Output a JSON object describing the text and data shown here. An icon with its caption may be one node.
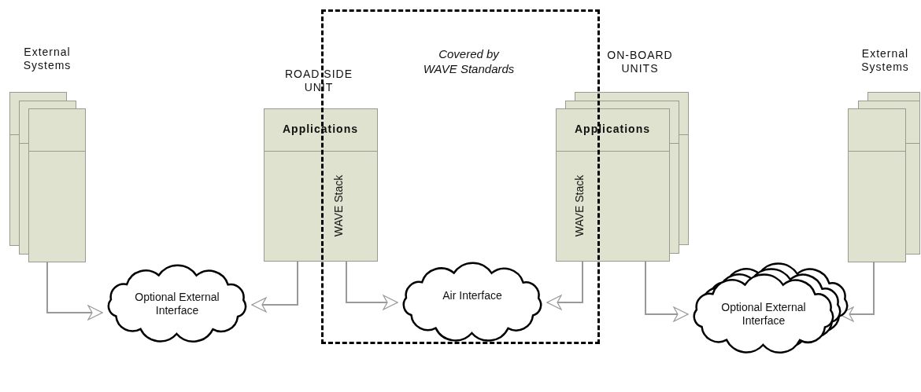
{
  "diagram": {
    "nodes": [
      {
        "text": [
          "External Systems"
        ]
      },
      {
        "text": [
          "Optional External Interface"
        ]
      },
      {
        "text": [
          "ROAD SIDE UNIT",
          "Applications",
          "WAVE Stack"
        ]
      },
      {
        "text": [
          "Covered by WAVE Standards"
        ]
      },
      {
        "text": [
          "Air Interface"
        ],
        "in": 3
      },
      {
        "text": [
          "ON-BOARD UNITS",
          "Applications",
          "WAVE Stack"
        ]
      },
      {
        "text": [
          "Optional External Interface"
        ]
      },
      {
        "text": [
          "External Systems"
        ]
      }
    ],
    "edges": [
      {
        "from": 0,
        "to": 1,
        "arrow": "to"
      },
      {
        "from": 2,
        "to": 1,
        "arrow": "to"
      },
      {
        "from": 2,
        "to": 4,
        "arrow": "to"
      },
      {
        "from": 5,
        "to": 4,
        "arrow": "to"
      },
      {
        "from": 5,
        "to": 6,
        "arrow": "to"
      },
      {
        "from": 7,
        "to": 6,
        "arrow": "to"
      }
    ]
  }
}
